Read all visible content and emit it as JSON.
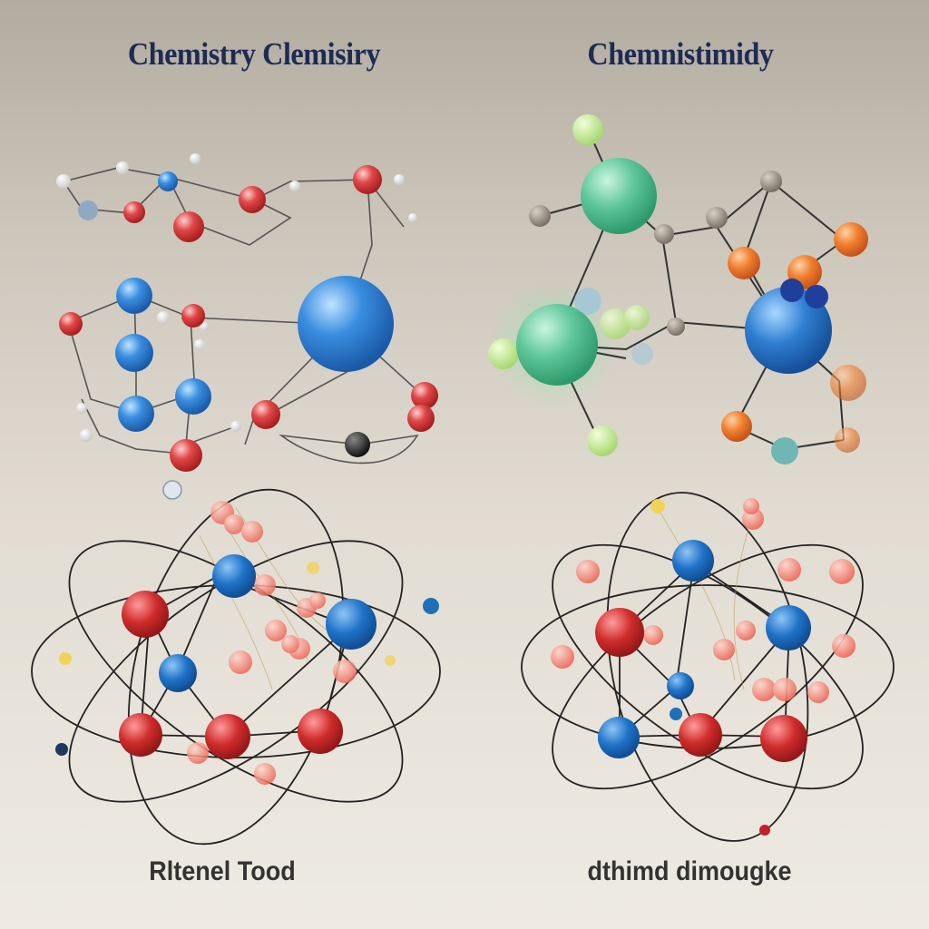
{
  "titles": {
    "left": "Chemistry Clemisiry",
    "right": "Chemnistimidy"
  },
  "captions": {
    "left": "Rltenel Tood",
    "right": "dthimd dimougke"
  },
  "colors": {
    "title": "#1d2b55",
    "atom_blue": "#2f7fd1",
    "atom_red": "#d63a3a",
    "atom_green": "#5fc79a",
    "atom_orange": "#ef7a2e",
    "bond": "#444444"
  }
}
